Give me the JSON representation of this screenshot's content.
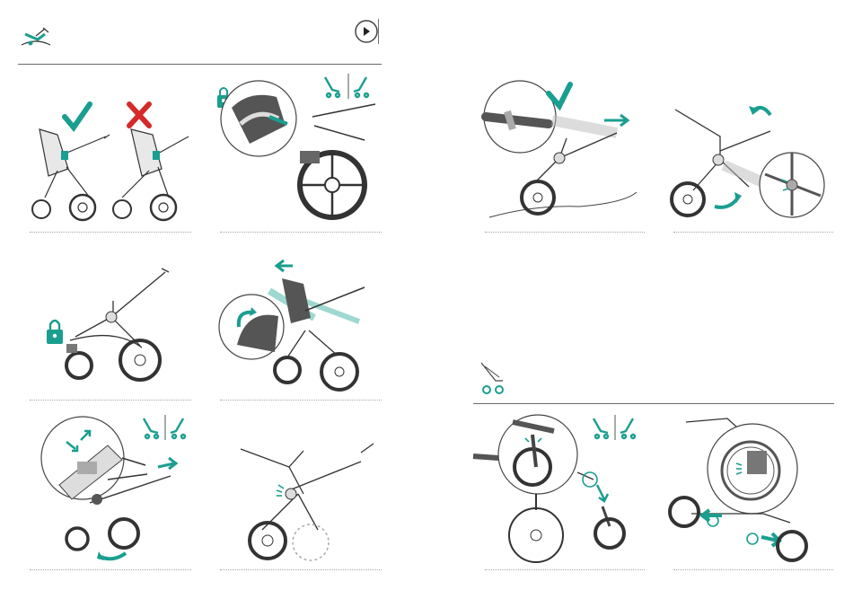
{
  "page": {
    "left_section_icon": "stroller-recline-icon",
    "right_section_icon": "stroller-wheels-icon",
    "play_icon": "play-button-icon"
  },
  "colors": {
    "accent": "#1a9e8f",
    "reject": "#d42a2a",
    "line": "#333333",
    "divider": "#6b6b6b"
  },
  "steps": [
    {
      "id": "check-cross-comparison",
      "icons": [
        "check-icon",
        "cross-icon"
      ]
    },
    {
      "id": "lock-rear-wheel",
      "icons": [
        "lock-icon",
        "stroller-mode-icons"
      ]
    },
    {
      "id": "folded-frame-locked",
      "icons": [
        "lock-icon"
      ]
    },
    {
      "id": "push-seat-forward",
      "icons": [
        "arrow-left-icon",
        "rotate-arrow-icon"
      ]
    },
    {
      "id": "release-fold-latch",
      "icons": [
        "stroller-mode-icons",
        "arrow-in-icon",
        "arrow-out-icon"
      ]
    },
    {
      "id": "unfold-frame",
      "icons": [
        "click-icon"
      ]
    },
    {
      "id": "handle-extend",
      "icons": [
        "check-icon",
        "arrow-right-icon"
      ]
    },
    {
      "id": "fold-lock-hinge",
      "icons": [
        "rotate-arrow-icon",
        "click-icon"
      ]
    },
    {
      "id": "remove-front-wheel",
      "icons": [
        "stroller-mode-icons",
        "arrow-down-icon"
      ]
    },
    {
      "id": "attach-rear-wheels",
      "icons": [
        "arrow-in-icon",
        "arrow-out-icon"
      ]
    }
  ]
}
